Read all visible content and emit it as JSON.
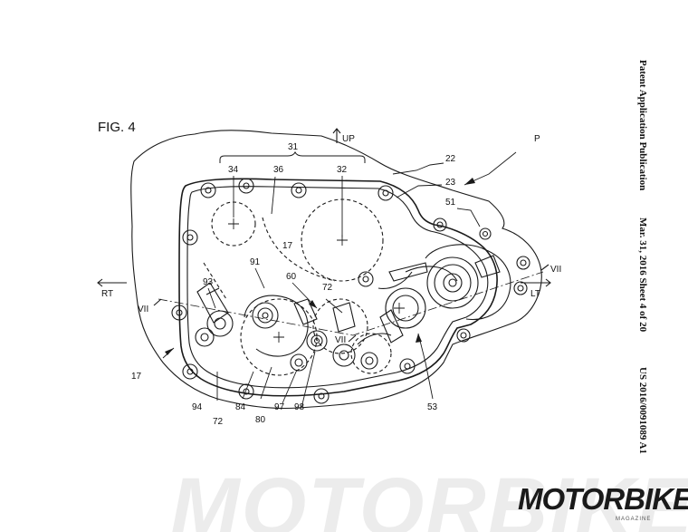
{
  "header": {
    "publication": "Patent Application Publication",
    "date_sheet": "Mar. 31, 2016  Sheet 4 of 20",
    "number": "US 2016/0091089 A1"
  },
  "figure": {
    "title": "FIG. 4",
    "labels": {
      "n31": "31",
      "n34": "34",
      "n36": "36",
      "n32": "32",
      "up": "UP",
      "n22": "22",
      "n23": "23",
      "p": "P",
      "n51": "51",
      "n17_inner": "17",
      "n91": "91",
      "n93": "93",
      "n60": "60",
      "n72_upper": "72",
      "rt": "RT",
      "lt": "LT",
      "vii_left": "VII",
      "vii_center": "VII",
      "vii_right": "VII",
      "n17_outer": "17",
      "n94": "94",
      "n72_lower": "72",
      "n84": "84",
      "n80": "80",
      "n97": "97",
      "n98": "98",
      "n53": "53"
    }
  },
  "watermark": {
    "background_text": "MOTORBIKE",
    "logo_text": "MOTORBIKE",
    "logo_subtext": "MAGAZINE"
  },
  "colors": {
    "line": "#1a1a1a",
    "background": "#ffffff",
    "watermark": "#ececec"
  }
}
